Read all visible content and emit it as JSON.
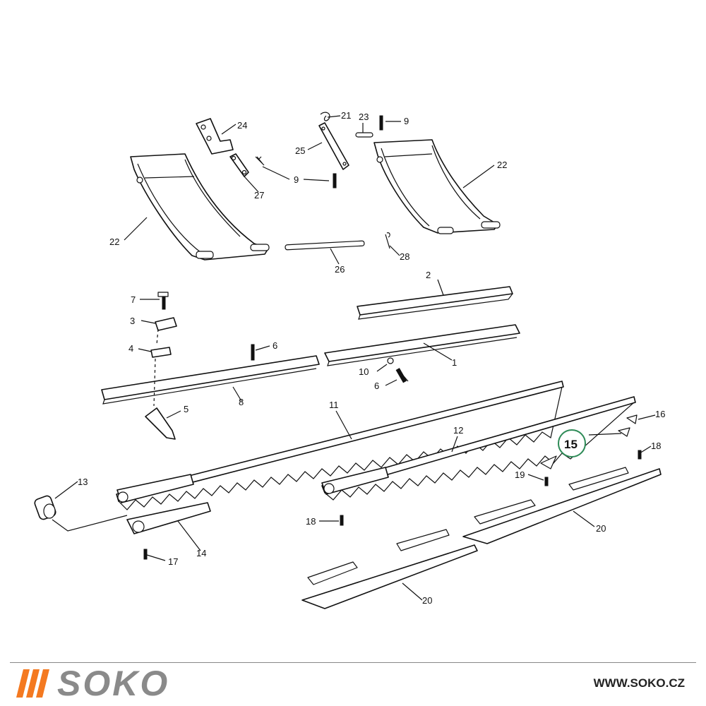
{
  "callouts": {
    "c1": "1",
    "c2": "2",
    "c3": "3",
    "c4": "4",
    "c5": "5",
    "c6a": "6",
    "c6b": "6",
    "c7": "7",
    "c8": "8",
    "c9a": "9",
    "c9b": "9",
    "c10": "10",
    "c11": "11",
    "c12": "12",
    "c13": "13",
    "c14": "14",
    "c15": "15",
    "c16": "16",
    "c17": "17",
    "c18a": "18",
    "c18b": "18",
    "c19": "19",
    "c20a": "20",
    "c20b": "20",
    "c21": "21",
    "c22a": "22",
    "c22b": "22",
    "c23": "23",
    "c24": "24",
    "c25": "25",
    "c26": "26",
    "c27": "27",
    "c28": "28"
  },
  "highlight_color": "#2e8b57",
  "footer": {
    "logo_text": "SOKO",
    "logo_color": "#f47920",
    "url": "WWW.SOKO.CZ"
  }
}
